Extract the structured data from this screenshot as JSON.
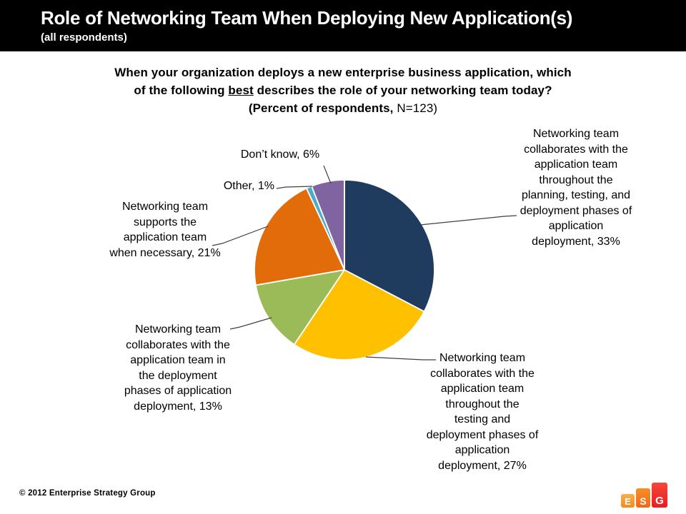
{
  "slide": {
    "header": {
      "title": "Role of Networking Team When Deploying New Application(s)",
      "subtitle": "(all respondents)",
      "bg_color": "#000000",
      "text_color": "#FFFFFF"
    },
    "question": {
      "line1": "When your organization deploys a new enterprise business application, which",
      "line2_pre": "of the following ",
      "line2_underlined": "best",
      "line2_post": " describes the role of your networking team today?",
      "line3_bold": "(Percent of respondents, ",
      "line3_regular": "N=123)"
    },
    "footer": {
      "copyright": "© 2012 Enterprise Strategy Group"
    },
    "logo": {
      "blocks": [
        {
          "letter": "E",
          "color": "#F28A1E"
        },
        {
          "letter": "S",
          "color": "#F0681A"
        },
        {
          "letter": "G",
          "color": "#E91C22"
        }
      ]
    }
  },
  "chart_data": {
    "type": "pie",
    "title": "When your organization deploys a new enterprise business application, which of the following best describes the role of your networking team today?",
    "subtitle": "(Percent of respondents, N=123)",
    "n": 123,
    "start_angle_deg": 0,
    "direction": "clockwise",
    "legend_position": "outside-callouts",
    "slices": [
      {
        "label": "Networking team collaborates with the application team throughout the planning, testing, and deployment phases of application deployment",
        "value": 33,
        "color": "#1F3B5E"
      },
      {
        "label": "Networking team collaborates with the application team throughout the testing and deployment phases of application deployment",
        "value": 27,
        "color": "#FFC000"
      },
      {
        "label": "Networking team collaborates with the application team in the deployment phases of application deployment",
        "value": 13,
        "color": "#9BBB59"
      },
      {
        "label": "Networking team supports the application team when necessary",
        "value": 21,
        "color": "#E36C0A"
      },
      {
        "label": "Other",
        "value": 1,
        "color": "#4BACC6"
      },
      {
        "label": "Don’t know",
        "value": 6,
        "color": "#8064A2"
      }
    ]
  },
  "callouts": {
    "full_collab": "Networking team\ncollaborates with the\napplication team\nthroughout the\nplanning, testing, and\ndeployment phases of\napplication\ndeployment, 33%",
    "testing_collab": "Networking team\ncollaborates with the\napplication team\nthroughout the\ntesting and\ndeployment phases of\napplication\ndeployment, 27%",
    "deployment_collab": "Networking team\ncollaborates with the\napplication team in\nthe deployment\nphases of application\ndeployment, 13%",
    "supports": "Networking team\nsupports the\napplication team\nwhen necessary, 21%",
    "other": "Other, 1%",
    "dont_know": "Don’t know, 6%"
  }
}
